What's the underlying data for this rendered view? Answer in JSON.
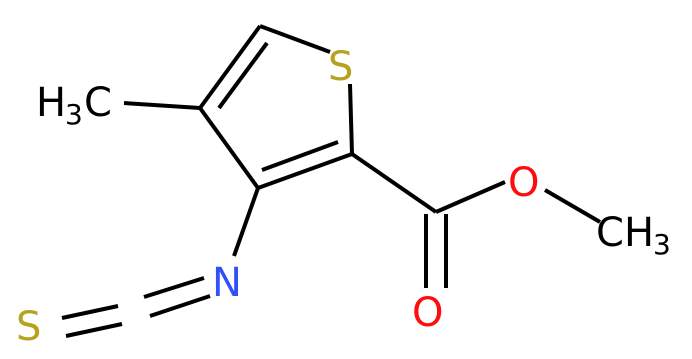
{
  "molecule": {
    "atoms": {
      "ring_s": "S",
      "ester_o": "O",
      "carbonyl_o": "O",
      "nitrogen": "N",
      "thio_s": "S",
      "methyl_left_h": "H",
      "methyl_left_sub": "3",
      "methyl_left_c": "C",
      "methyl_right_c": "C",
      "methyl_right_h": "H",
      "methyl_right_sub": "3"
    },
    "colors": {
      "bond": "#000000",
      "sulfur": "#b5a31f",
      "oxygen": "#ff0d0d",
      "nitrogen": "#3050f8",
      "carbon": "#000000"
    }
  }
}
